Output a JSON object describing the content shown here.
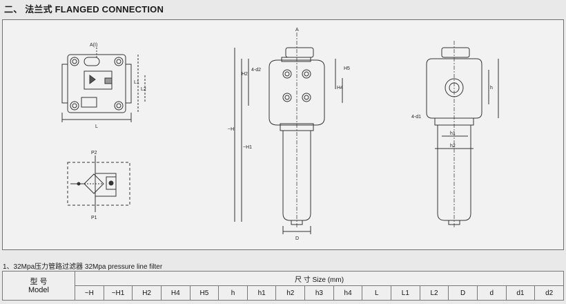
{
  "heading": "二、 法兰式 FLANGED CONNECTION",
  "drawing": {
    "labels": {
      "A": "A",
      "A_port": "A(I)",
      "L": "L",
      "L1": "L1",
      "L2": "L2",
      "P1": "P1",
      "P2": "P2",
      "H": "~H",
      "H1": "~H1",
      "H2": "H2",
      "H4": "H4",
      "H5": "H5",
      "h": "h",
      "h1": "h1",
      "h2": "h2",
      "d2": "4-d2",
      "d1": "4-d1",
      "D": "D"
    }
  },
  "caption": "1、32Mpa压力管路过滤器 32Mpa pressure line filter",
  "table": {
    "model_label": "型 号",
    "model_label_en": "Model",
    "size_header": "尺    寸 Size (mm)",
    "columns": [
      "~H",
      "~H1",
      "H2",
      "H4",
      "H5",
      "h",
      "h1",
      "h2",
      "h3",
      "h4",
      "L",
      "L1",
      "L2",
      "D",
      "d",
      "d1",
      "d2"
    ]
  }
}
